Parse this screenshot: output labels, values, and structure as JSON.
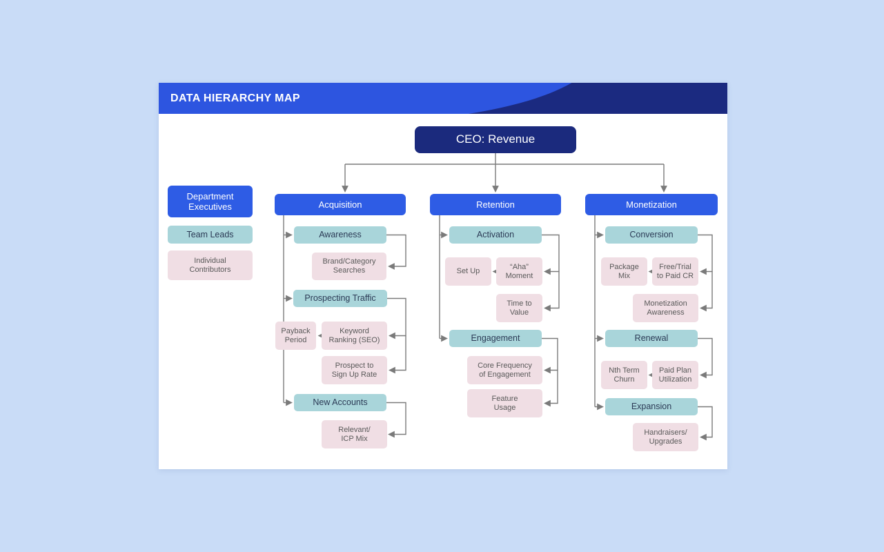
{
  "header": {
    "title": "DATA HIERARCHY MAP"
  },
  "root": {
    "label": "CEO: Revenue"
  },
  "legend": {
    "executives": "Department\nExecutives",
    "team_leads": "Team Leads",
    "contributors": "Individual\nContributors"
  },
  "acquisition": {
    "title": "Acquisition",
    "awareness": "Awareness",
    "brand_category": "Brand/Category\nSearches",
    "prospecting": "Prospecting Traffic",
    "payback": "Payback\nPeriod",
    "keyword": "Keyword\nRanking (SEO)",
    "prospect_signup": "Prospect to\nSign Up Rate",
    "new_accounts": "New Accounts",
    "relevant_icp": "Relevant/\nICP Mix"
  },
  "retention": {
    "title": "Retention",
    "activation": "Activation",
    "set_up": "Set Up",
    "aha_moment": "“Aha”\nMoment",
    "time_to_value": "Time to\nValue",
    "engagement": "Engagement",
    "core_frequency": "Core Frequency\nof Engagement",
    "feature_usage": "Feature\nUsage"
  },
  "monetization": {
    "title": "Monetization",
    "conversion": "Conversion",
    "package_mix": "Package\nMix",
    "free_trial": "Free/Trial\nto Paid CR",
    "monetization_awareness": "Monetization\nAwareness",
    "renewal": "Renewal",
    "nth_term_churn": "Nth Term\nChurn",
    "paid_plan": "Paid Plan\nUtilization",
    "expansion": "Expansion",
    "handraisers": "Handraisers/\nUpgrades"
  },
  "colors": {
    "page_background": "#c9dcf7",
    "header_blue": "#2d55e0",
    "header_navy": "#1b2a80",
    "branch_blue": "#2e5ce5",
    "root_navy": "#1b2a7d",
    "metric_teal": "#a9d5da",
    "metric_pink": "#f0dee4",
    "connector_gray": "#7a7a7a"
  }
}
